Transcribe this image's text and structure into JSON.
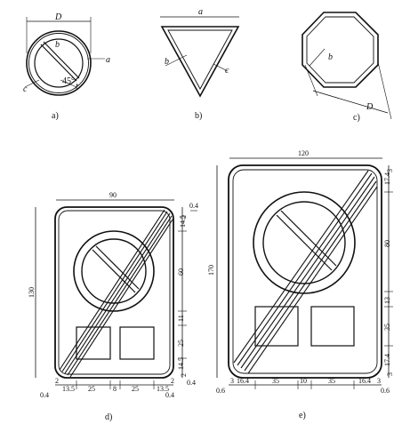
{
  "figure_a": {
    "caption": "a)",
    "labels": {
      "D": "D",
      "b": "b",
      "a": "a",
      "c": "c",
      "angle": "45°",
      "t": "t"
    }
  },
  "figure_b": {
    "caption": "b)",
    "labels": {
      "a": "a",
      "b": "b",
      "c": "c"
    }
  },
  "figure_c": {
    "caption": "c)",
    "labels": {
      "b": "b",
      "D": "D"
    }
  },
  "figure_d": {
    "caption": "d)",
    "dims": {
      "width": "90",
      "height": "130",
      "top1": "0.4",
      "top2": "2",
      "r1": "14.5",
      "r2": "60",
      "r3": "11",
      "r4": "25",
      "r5": "14.5",
      "r6": "2",
      "r7": "0.4",
      "b1": "2",
      "b2": "13.5",
      "b3": "25",
      "b4": "8",
      "b5": "25",
      "b6": "13.5",
      "b7": "2",
      "bl": "0.4",
      "br": "0.4"
    }
  },
  "figure_e": {
    "caption": "e)",
    "dims": {
      "width": "120",
      "height": "170",
      "r1": "17.4",
      "r2": "3",
      "r3": "80",
      "r4": "13",
      "r5": "35",
      "r6": "17.4",
      "r7": "3",
      "b1": "3",
      "b2": "16.4",
      "b3": "35",
      "b4": "10",
      "b5": "35",
      "b6": "16.4",
      "b7": "3",
      "bl": "0.6",
      "br": "0.6"
    }
  }
}
